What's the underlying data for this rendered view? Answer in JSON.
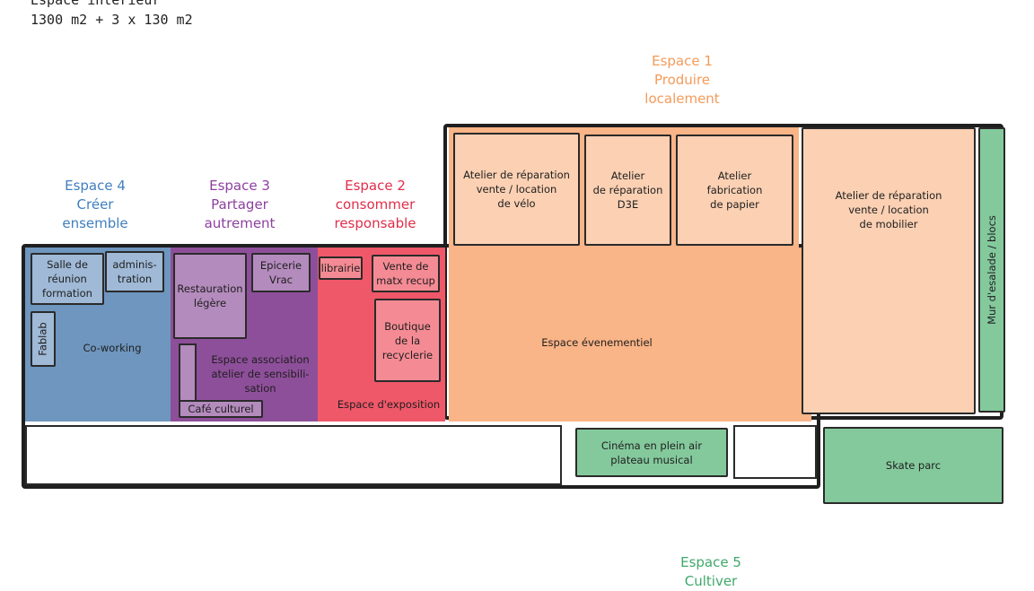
{
  "header": {
    "line1": "Espace intérieur",
    "line2": "1300 m2 + 3 x 130 m2"
  },
  "colors": {
    "blue": "#6e96be",
    "blue_light": "#9fb9d6",
    "purple": "#8e4f9a",
    "purple_light": "#b48bbd",
    "red": "#ef5869",
    "red_light": "#f48b94",
    "orange": "#f9b487",
    "orange_light": "#fbd0b3",
    "green": "#84c99c",
    "title_blue": "#3f7fbf",
    "title_purple": "#8d3fa0",
    "title_red": "#e02e4a",
    "title_orange": "#f39b5a",
    "title_green": "#3fa86a"
  },
  "espaces": {
    "e1": {
      "title": "Espace 1\nProduire\nlocalement"
    },
    "e2": {
      "title": "Espace 2\nconsommer\nresponsable"
    },
    "e3": {
      "title": "Espace 3\nPartager\nautrement"
    },
    "e4": {
      "title": "Espace 4\nCréer\nensemble"
    },
    "e5": {
      "title": "Espace 5",
      "subtitle_partial": "Cultiver"
    }
  },
  "rooms": {
    "salle_reunion": "Salle de\nréunion\nformation",
    "administration": "adminis-\ntration",
    "fablab": "Fablab",
    "coworking": "Co-working",
    "restauration": "Restauration\nlégère",
    "epicerie": "Epicerie\nVrac",
    "association": "Espace association\natelier de sensibili-\nsation",
    "cafe": "Café culturel",
    "librairie": "librairie",
    "vente_matx": "Vente de\nmatx recup",
    "boutique": "Boutique\nde la\nrecyclerie",
    "exposition": "Espace d'exposition",
    "velo": "Atelier de réparation\nvente / location\nde vélo",
    "d3e": "Atelier\nde réparation\nD3E",
    "papier": "Atelier\nfabrication\nde papier",
    "mobilier": "Atelier de réparation\nvente / location\nde mobilier",
    "evenementiel": "Espace évenementiel",
    "escalade": "Mur d'esalade / blocs",
    "cinema": "Cinéma en plein air\nplateau musical",
    "skate": "Skate parc"
  }
}
